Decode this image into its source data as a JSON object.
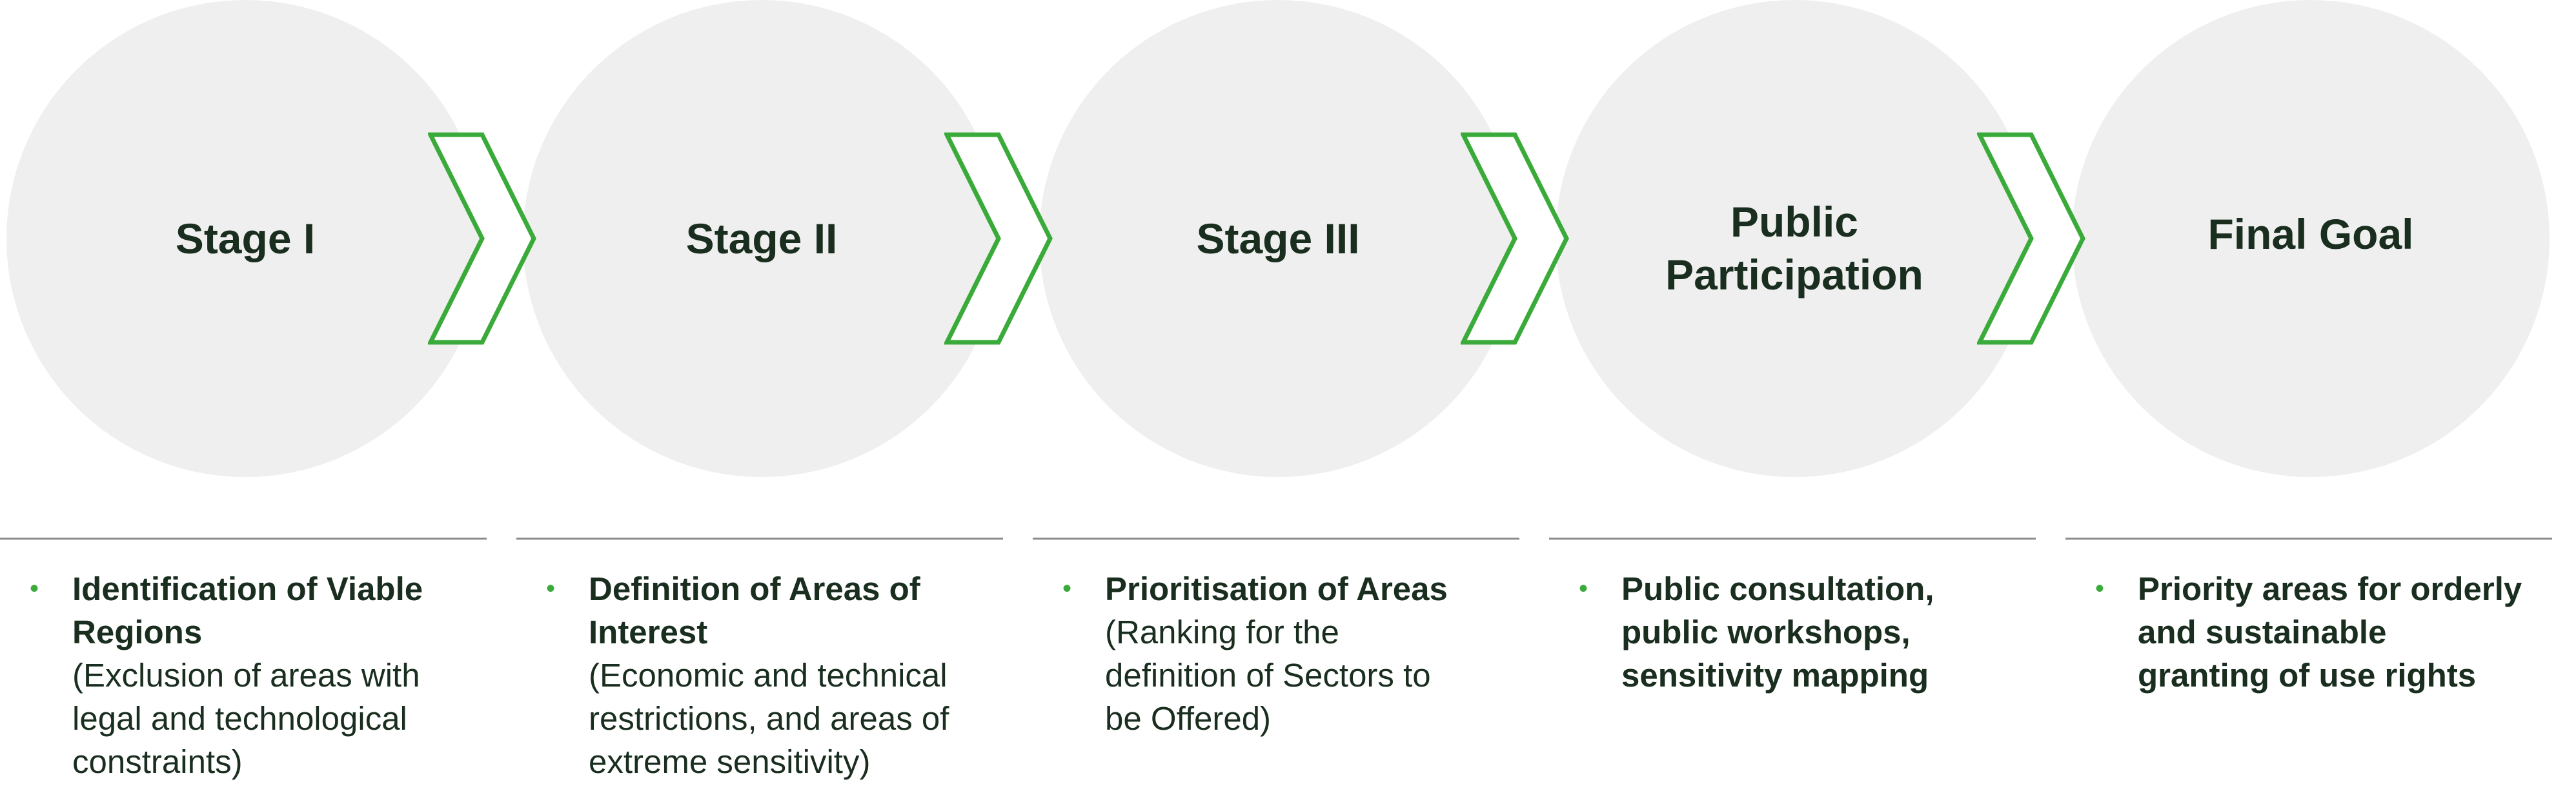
{
  "stages": [
    {
      "title": "Stage I",
      "head": "Identification of Viable\nRegions",
      "sub": "(Exclusion of areas with\nlegal and technological\nconstraints)"
    },
    {
      "title": "Stage II",
      "head": "Definition of Areas of\nInterest",
      "sub": "(Economic and technical\nrestrictions, and areas of\nextreme sensitivity)"
    },
    {
      "title": "Stage III",
      "head": "Prioritisation of Areas",
      "sub": "(Ranking for the\ndefinition of Sectors to\nbe Offered)"
    },
    {
      "title": "Public\nParticipation",
      "head": "Public consultation,\npublic workshops,\nsensitivity mapping",
      "sub": ""
    },
    {
      "title": "Final Goal",
      "head": "Priority areas for orderly\nand sustainable\ngranting of use rights",
      "sub": ""
    }
  ],
  "bullet_symbol": "•",
  "colors": {
    "accent_green": "#3aab3a",
    "circle_fill": "#efefef",
    "text_dark": "#1a2e1f",
    "divider": "#8a8a8a"
  }
}
